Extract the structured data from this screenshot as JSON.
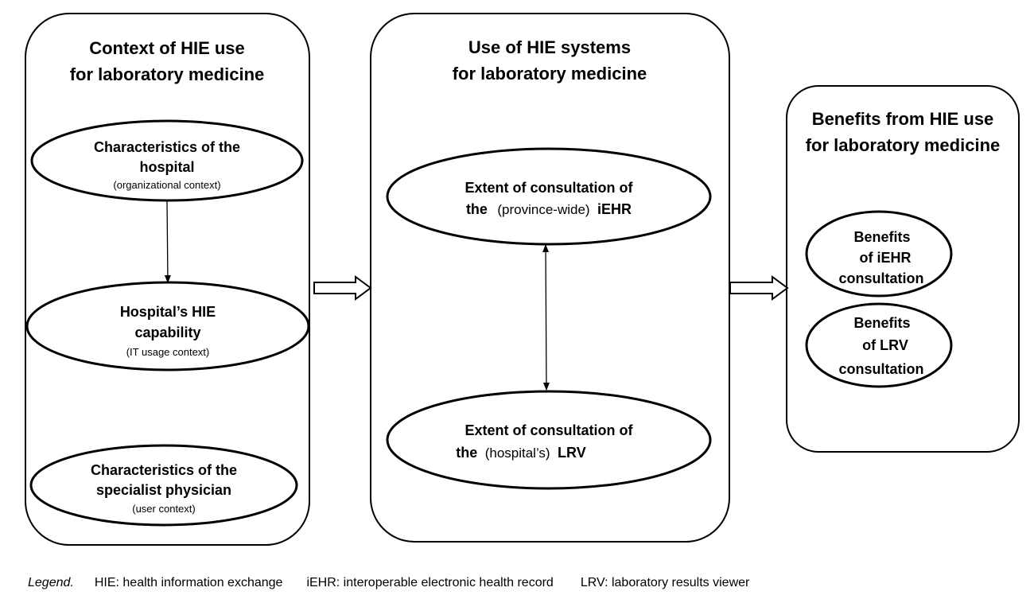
{
  "panels": {
    "context": {
      "title_line1": "Context of HIE use",
      "title_line2": "for laboratory medicine"
    },
    "use": {
      "title_line1": "Use of HIE systems",
      "title_line2": "for laboratory medicine"
    },
    "benefits": {
      "title_line1": "Benefits from HIE use",
      "title_line2": "for laboratory medicine"
    }
  },
  "nodes": {
    "hospital_chars": {
      "line1": "Characteristics of the",
      "line2": "hospital",
      "sub": "(organizational context)"
    },
    "hie_capability": {
      "line1": "Hospital’s HIE",
      "line2": "capability",
      "sub": "(IT usage context)"
    },
    "physician_chars": {
      "line1": "Characteristics of the",
      "line2": "specialist physician",
      "sub": "(user context)"
    },
    "iehr_consult": {
      "line1": "Extent of consultation of",
      "line2_a": "the",
      "line2_b": "(province-wide)",
      "line2_c": "iEHR"
    },
    "lrv_consult": {
      "line1": "Extent of consultation of",
      "line2_a": "the",
      "line2_b": "(hospital’s)",
      "line2_c": "LRV"
    },
    "iehr_benefits": {
      "line1": "Benefits",
      "line2": "of iEHR",
      "line3": "consultation"
    },
    "lrv_benefits": {
      "line1": "Benefits",
      "line2": "of LRV",
      "line3": "consultation"
    }
  },
  "legend": {
    "label": "Legend.",
    "item1": "HIE: health information exchange",
    "item2": "iEHR: interoperable electronic health record",
    "item3": "LRV: laboratory results viewer"
  }
}
